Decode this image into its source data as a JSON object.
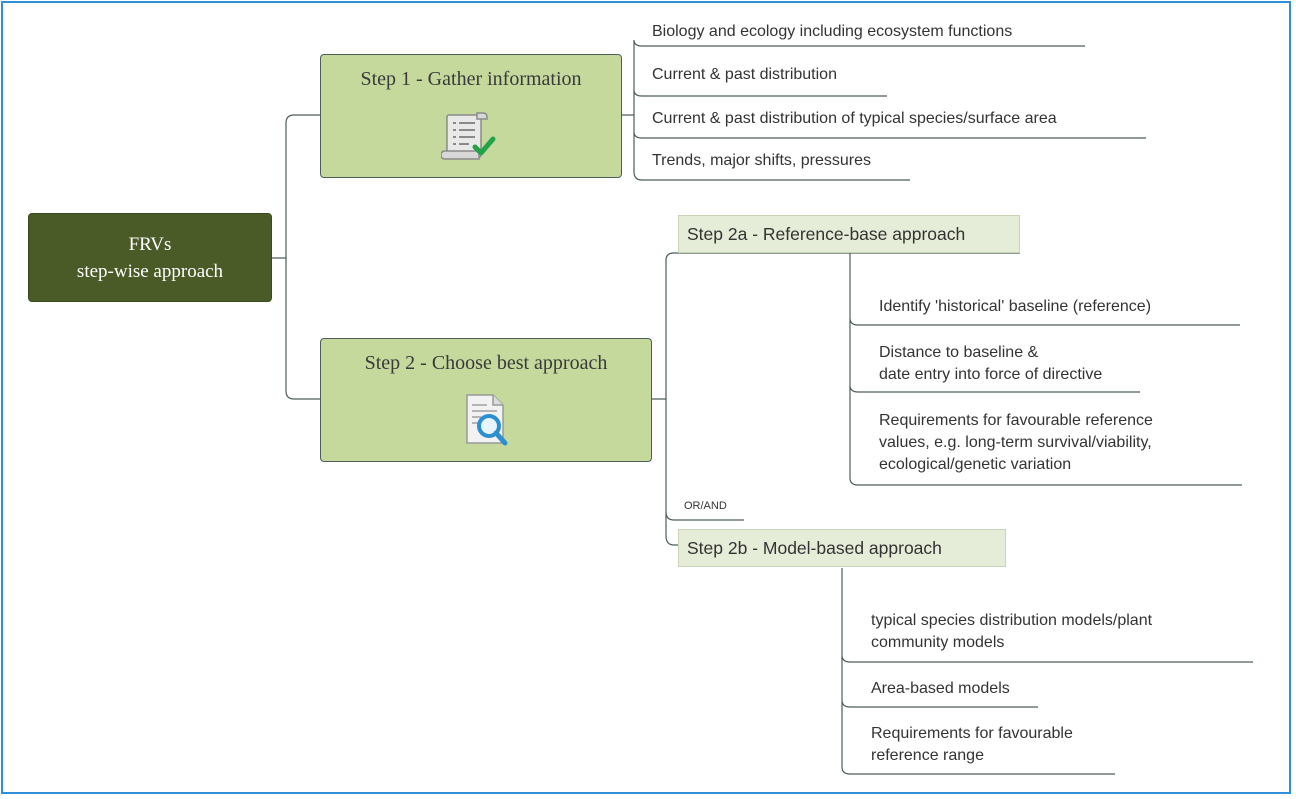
{
  "root": {
    "line1": "FRVs",
    "line2": "step-wise approach"
  },
  "step1": {
    "title": "Step 1 - Gather information",
    "icon": "checklist-scroll-icon",
    "items": [
      "Biology and ecology including ecosystem functions",
      "Current & past distribution",
      "Current & past distribution of typical species/surface area",
      "Trends, major shifts, pressures"
    ]
  },
  "step2": {
    "title": "Step 2 - Choose best approach",
    "icon": "document-magnifier-icon",
    "connector_label": "OR/AND"
  },
  "step2a": {
    "title": "Step 2a - Reference-base approach",
    "items": [
      {
        "lines": [
          "Identify 'historical' baseline (reference)"
        ]
      },
      {
        "lines": [
          "Distance to baseline &",
          "date entry into force of directive"
        ]
      },
      {
        "lines": [
          "Requirements for favourable reference",
          "values, e.g. long-term survival/viability,",
          "ecological/genetic variation"
        ]
      }
    ]
  },
  "step2b": {
    "title": "Step 2b - Model-based approach",
    "items": [
      {
        "lines": [
          "typical species distribution models/plant",
          "community models"
        ]
      },
      {
        "lines": [
          "Area-based models"
        ]
      },
      {
        "lines": [
          "Requirements for favourable",
          "reference range"
        ]
      }
    ]
  },
  "colors": {
    "root_fill": "#4a5b27",
    "step_fill": "#c5d99d",
    "subhead_fill": "#e5ecd7",
    "line": "#4d5e5a",
    "frame": "#2f8fd8"
  }
}
